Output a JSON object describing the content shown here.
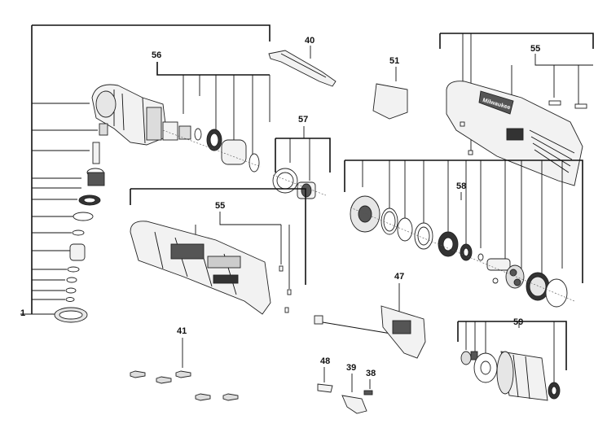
{
  "callouts": {
    "c1": "1",
    "c38": "38",
    "c39": "39",
    "c40": "40",
    "c41": "41",
    "c47": "47",
    "c48": "48",
    "c51": "51",
    "c55_top": "55",
    "c55_mid": "55",
    "c56": "56",
    "c57": "57",
    "c58": "58",
    "c59": "59"
  },
  "brand_mark": "Milwaukee",
  "colors": {
    "ink": "#111111",
    "paper": "#ffffff",
    "part_fill": "#f2f2f2",
    "part_dark": "#555555"
  }
}
